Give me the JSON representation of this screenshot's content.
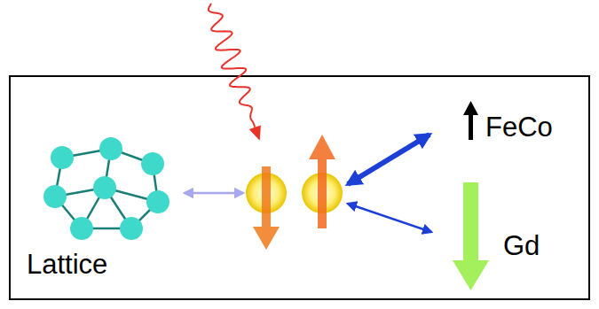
{
  "diagram": {
    "labels": [
      "Lattice",
      "FeCo",
      "Gd"
    ]
  }
}
